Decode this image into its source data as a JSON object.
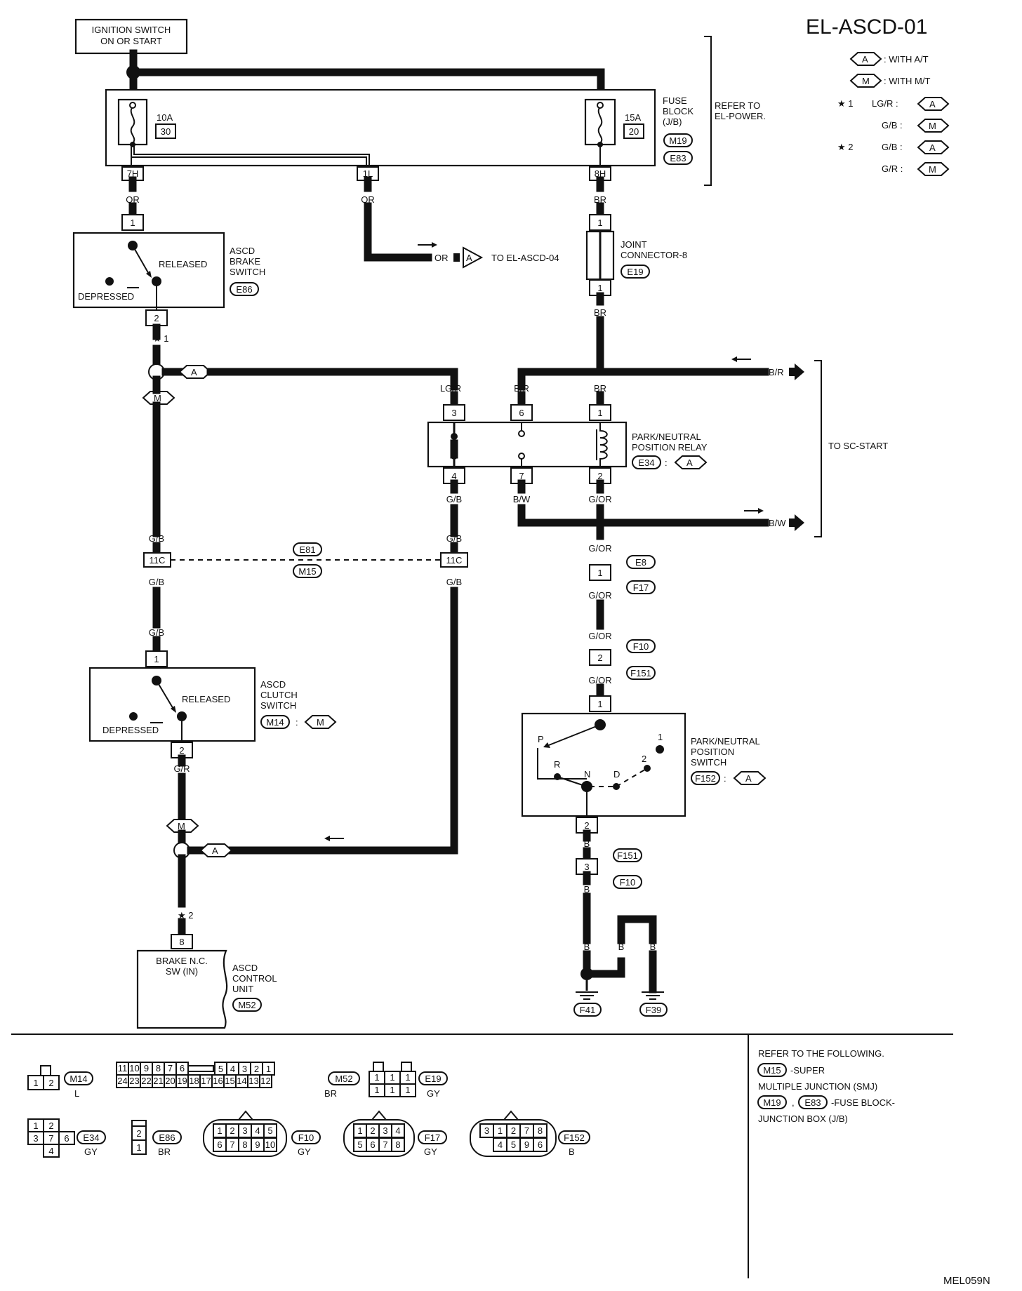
{
  "title": "EL-ASCD-01",
  "figure_code": "MEL059N",
  "legend": {
    "with_at": {
      "symbol": "A",
      "text": ": WITH A/T"
    },
    "with_mt": {
      "symbol": "M",
      "text": ": WITH M/T"
    },
    "star1": {
      "label": "★ 1",
      "rows": [
        {
          "color": "LG/R :",
          "symbol": "A"
        },
        {
          "color": "G/B :",
          "symbol": "M"
        }
      ]
    },
    "star2": {
      "label": "★ 2",
      "rows": [
        {
          "color": "G/B :",
          "symbol": "A"
        },
        {
          "color": "G/R :",
          "symbol": "M"
        }
      ]
    }
  },
  "ignition": {
    "line1": "IGNITION SWITCH",
    "line2": "ON OR START"
  },
  "fuse_block": {
    "name_lines": [
      "FUSE",
      "BLOCK",
      "(J/B)"
    ],
    "connectors": [
      "M19",
      "E83"
    ],
    "refer": [
      "REFER TO",
      "EL-POWER."
    ],
    "fuse_left": {
      "amp": "10A",
      "num": "30"
    },
    "fuse_right": {
      "amp": "15A",
      "num": "20"
    },
    "terminals": [
      "7H",
      "1L",
      "8H"
    ]
  },
  "wire_colors": {
    "or1": "OR",
    "or2": "OR",
    "or3": "OR",
    "br1": "BR",
    "br2": "BR",
    "br3": "BR",
    "lgr": "LG/R",
    "br_relay": "B/R",
    "br_out": "B/R",
    "gb_r1": "G/B",
    "bw_r": "B/W",
    "gor1": "G/OR",
    "bw_out": "B/W",
    "gb_l1": "G/B",
    "gb_r2": "G/B",
    "gb_l2": "G/B",
    "gb_r3": "G/B",
    "gb_l3": "G/B",
    "gor2": "G/OR",
    "gor3": "G/OR",
    "gor4": "G/OR",
    "gor5": "G/OR",
    "gr": "G/R",
    "b1": "B",
    "b2": "B",
    "b3": "B",
    "b4": "B",
    "b5": "B"
  },
  "to_ascd04": {
    "symbol": "A",
    "text": "TO EL-ASCD-04"
  },
  "brake_switch": {
    "name_lines": [
      "ASCD",
      "BRAKE",
      "SWITCH"
    ],
    "connector": "E86",
    "released": "RELEASED",
    "depressed": "DEPRESSED",
    "pin_top": "1",
    "pin_bottom": "2"
  },
  "joint_connector": {
    "name_lines": [
      "JOINT",
      "CONNECTOR-8"
    ],
    "connector": "E19",
    "pin_top": "1",
    "pin_bottom": "1"
  },
  "relay": {
    "name_lines": [
      "PARK/NEUTRAL",
      "POSITION RELAY"
    ],
    "connector": "E34",
    "symbol": "A",
    "pins_top": [
      "3",
      "6",
      "1"
    ],
    "pins_bottom": [
      "4",
      "7",
      "2"
    ]
  },
  "to_sc_start": "TO SC-START",
  "star_labels": {
    "s1": "★ 1",
    "s2": "★ 2"
  },
  "joint_11c": {
    "left": "11C",
    "right": "11C",
    "connectors": [
      "E81",
      "M15"
    ]
  },
  "inline": {
    "c1": {
      "pin": "1",
      "connectors": [
        "E8",
        "F17"
      ]
    },
    "c2": {
      "pin": "2",
      "connectors": [
        "F10",
        "F151"
      ]
    },
    "c3": {
      "pin": "3",
      "connectors": [
        "F151",
        "F10"
      ]
    }
  },
  "clutch_switch": {
    "name_lines": [
      "ASCD",
      "CLUTCH",
      "SWITCH"
    ],
    "connector": "M14",
    "symbol": "M",
    "released": "RELEASED",
    "depressed": "DEPRESSED",
    "pin_top": "1",
    "pin_bottom": "2"
  },
  "pn_switch": {
    "name_lines": [
      "PARK/NEUTRAL",
      "POSITION",
      "SWITCH"
    ],
    "connector": "F152",
    "symbol": "A",
    "positions": [
      "P",
      "R",
      "N",
      "D",
      "2",
      "1"
    ],
    "pin_top": "1",
    "pin_bottom": "2"
  },
  "control_unit": {
    "label_lines": [
      "BRAKE N.C.",
      "SW (IN)"
    ],
    "name_lines": [
      "ASCD",
      "CONTROL",
      "UNIT"
    ],
    "connector": "M52",
    "pin": "8"
  },
  "grounds": [
    "F41",
    "F39"
  ],
  "branch_symbols": {
    "top_a": "A",
    "top_m": "M",
    "bottom_m": "M",
    "bottom_a": "A"
  },
  "notes": {
    "lines": [
      "REFER TO THE FOLLOWING.",
      "-SUPER",
      "MULTIPLE JUNCTION (SMJ)",
      "-FUSE BLOCK-",
      "JUNCTION BOX (J/B)"
    ],
    "connectors": [
      "M15",
      "M19",
      "E83"
    ],
    "comma": ","
  },
  "connector_views": {
    "m14": {
      "name": "M14",
      "color": "L",
      "pins": [
        "1",
        "2"
      ]
    },
    "m52": {
      "name": "M52",
      "color": "BR",
      "top": [
        "11",
        "10",
        "9",
        "8",
        "7",
        "6",
        "5",
        "4",
        "3",
        "2",
        "1"
      ],
      "bottom": [
        "24",
        "23",
        "22",
        "21",
        "20",
        "19",
        "18",
        "17",
        "16",
        "15",
        "14",
        "13",
        "12"
      ]
    },
    "e19": {
      "name": "E19",
      "color": "GY",
      "top": [
        "1",
        "1",
        "1"
      ],
      "bottom": [
        "1",
        "1",
        "1"
      ]
    },
    "e34": {
      "name": "E34",
      "color": "GY",
      "pins": [
        "1",
        "2",
        "3",
        "7",
        "6",
        "4"
      ]
    },
    "e86": {
      "name": "E86",
      "color": "BR",
      "pins": [
        "2",
        "1"
      ]
    },
    "f10": {
      "name": "F10",
      "color": "GY",
      "top": [
        "1",
        "2",
        "3",
        "4",
        "5"
      ],
      "bottom": [
        "6",
        "7",
        "8",
        "9",
        "10"
      ]
    },
    "f17": {
      "name": "F17",
      "color": "GY",
      "top": [
        "1",
        "2",
        "3",
        "4"
      ],
      "bottom": [
        "5",
        "6",
        "7",
        "8"
      ]
    },
    "f152": {
      "name": "F152",
      "color": "B",
      "top": [
        "3",
        "1",
        "2",
        "7",
        "8"
      ],
      "bottom": [
        "4",
        "5",
        "9",
        "6"
      ]
    }
  }
}
